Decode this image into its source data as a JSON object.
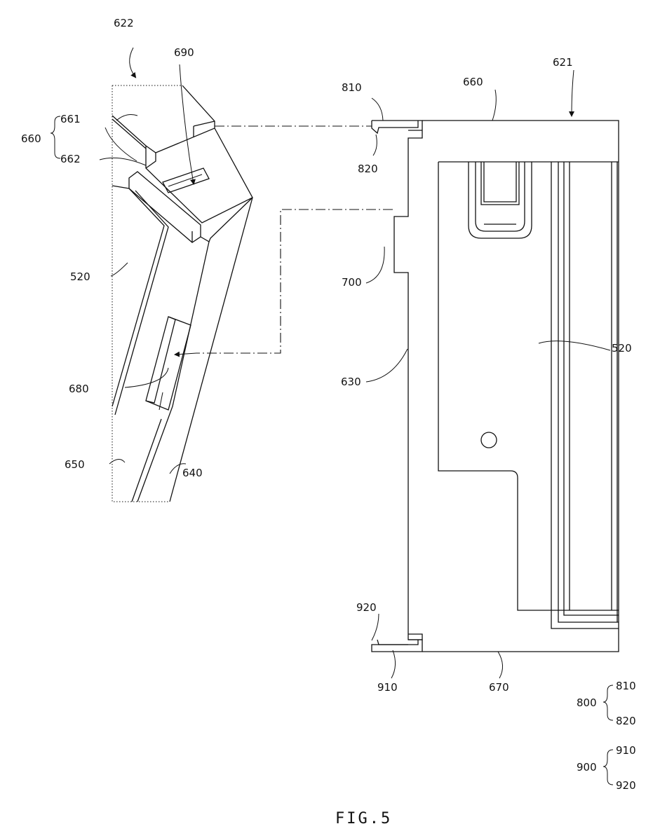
{
  "figure_caption": "FIG.5",
  "labels": {
    "l622": "622",
    "l690": "690",
    "l661": "661",
    "l660_left": "660",
    "l662": "662",
    "l520_left": "520",
    "l680": "680",
    "l650": "650",
    "l640": "640",
    "l810_top": "810",
    "l820_top": "820",
    "l660_right": "660",
    "l621": "621",
    "l700": "700",
    "l630": "630",
    "l520_right": "520",
    "l920_bottom": "920",
    "l910_bottom": "910",
    "l670": "670",
    "l800": "800",
    "l810_key": "810",
    "l820_key": "820",
    "l900": "900",
    "l910_key": "910",
    "l920_key": "920"
  }
}
